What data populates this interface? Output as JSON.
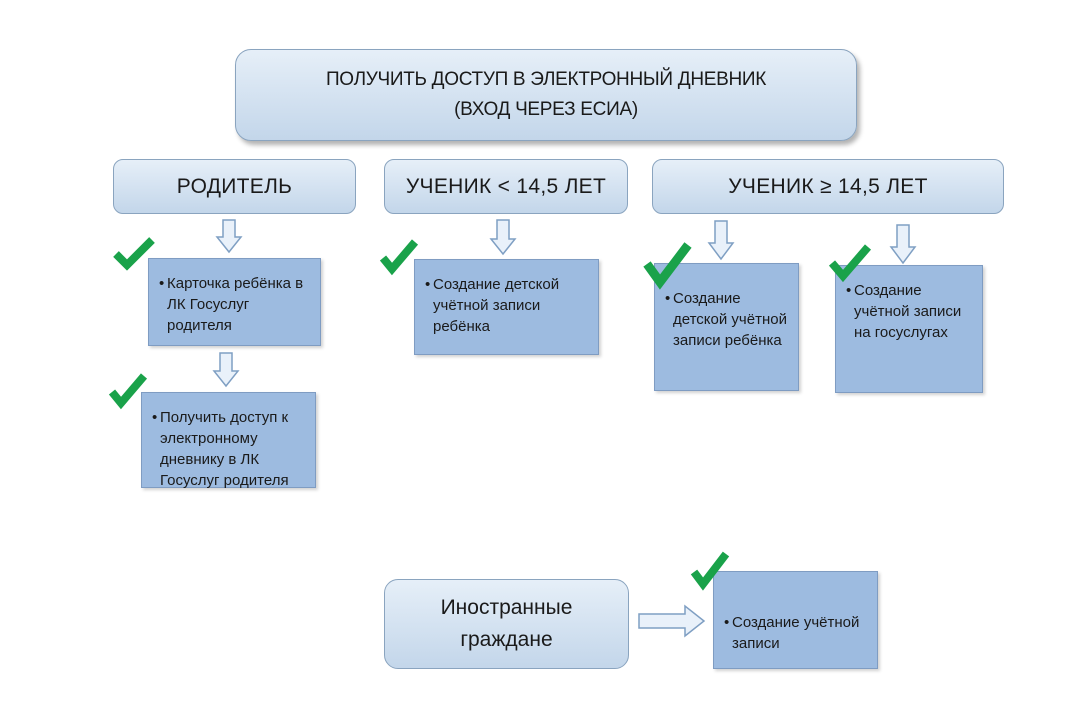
{
  "title": {
    "line1": "ПОЛУЧИТЬ ДОСТУП В ЭЛЕКТРОННЫЙ ДНЕВНИК",
    "line2": "(ВХОД ЧЕРЕЗ ЕСИА)"
  },
  "categories": {
    "parent": "РОДИТЕЛЬ",
    "student_under": "УЧЕНИК < 14,5 ЛЕТ",
    "student_over": "УЧЕНИК ≥ 14,5 ЛЕТ"
  },
  "steps": {
    "parent_card": "Карточка ребёнка в ЛК Госуслуг родителя",
    "parent_access": "Получить доступ к электронному дневнику в ЛК Госуслуг родителя",
    "under_child_account": "Создание детской учётной записи ребёнка",
    "over_child_account": "Создание детской учётной записи ребёнка",
    "over_gosuslugi_account": "Создание учётной записи на госуслугах",
    "foreign_account": "Создание учётной записи"
  },
  "foreign": {
    "line1": "Иностранные",
    "line2": "граждане"
  },
  "colors": {
    "check": "#1aa24a",
    "box_fill": "#9dbbe0",
    "header_fill_top": "#e6eff8",
    "header_fill_bottom": "#c3d6ea",
    "arrow_fill": "#e9f1fa",
    "arrow_stroke": "#7f9fc3"
  },
  "icons": [
    "checkmark-icon",
    "down-arrow-icon",
    "right-arrow-icon"
  ]
}
